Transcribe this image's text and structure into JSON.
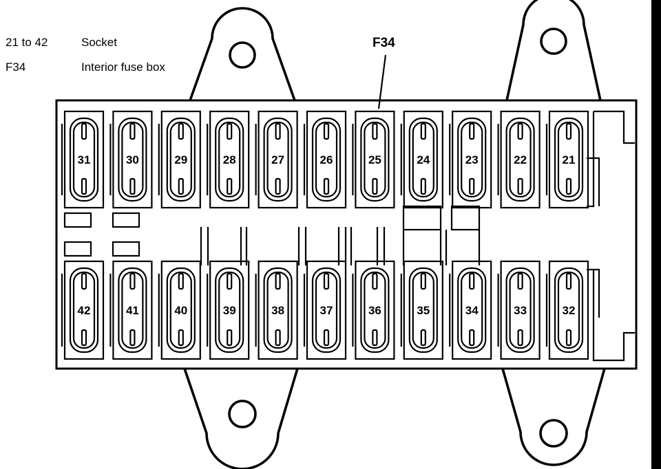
{
  "legend": [
    {
      "key": "21 to 42",
      "value": "Socket"
    },
    {
      "key": "F34",
      "value": "Interior fuse box"
    }
  ],
  "callout": "F34",
  "fuses_top": [
    "31",
    "30",
    "29",
    "28",
    "27",
    "26",
    "25",
    "24",
    "23",
    "22",
    "21"
  ],
  "fuses_bottom": [
    "42",
    "41",
    "40",
    "39",
    "38",
    "37",
    "36",
    "35",
    "34",
    "33",
    "32"
  ]
}
